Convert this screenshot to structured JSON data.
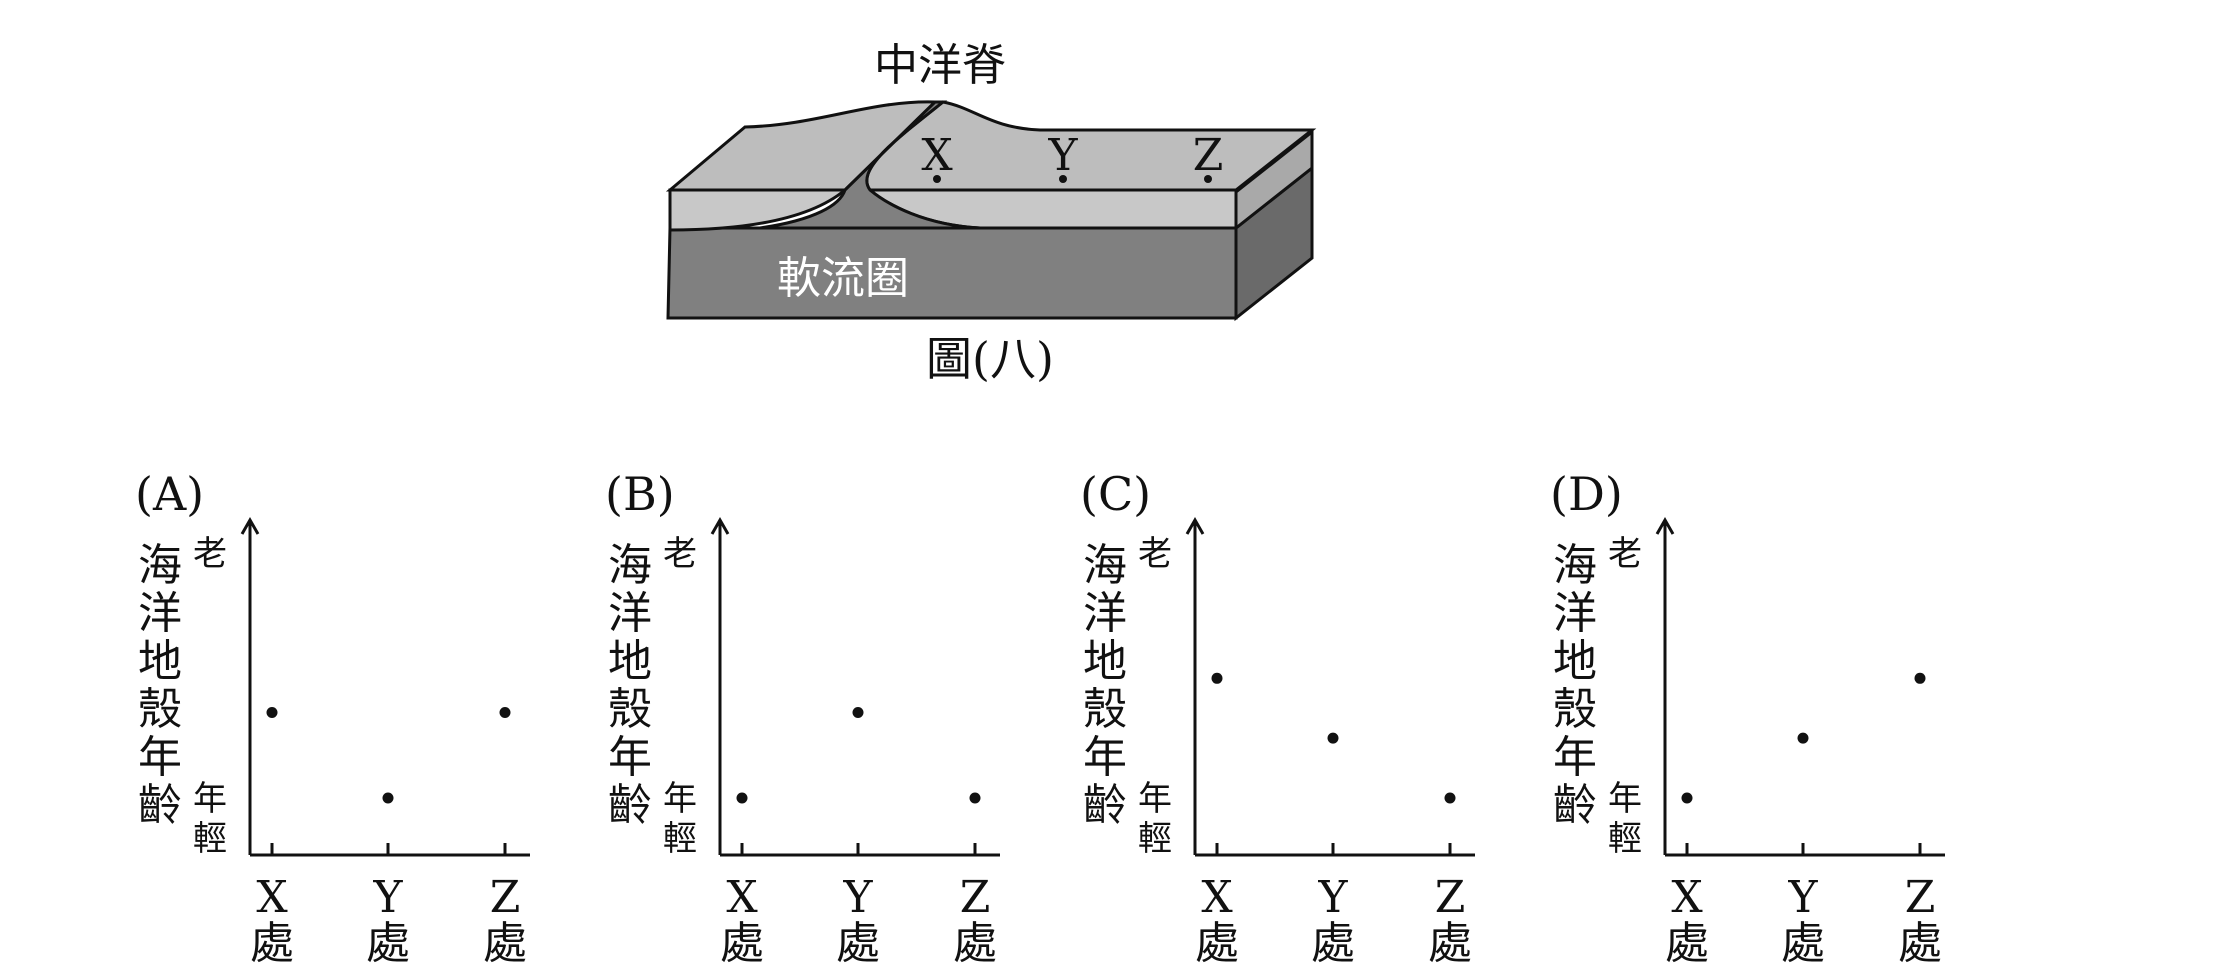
{
  "figure": {
    "ridge_label": "中洋脊",
    "asthenosphere_label": "軟流圈",
    "points": [
      "X",
      "Y",
      "Z"
    ],
    "caption": "圖(八)"
  },
  "options": [
    {
      "label": "(A)",
      "ages": [
        0.5,
        0.2,
        0.5
      ]
    },
    {
      "label": "(B)",
      "ages": [
        0.2,
        0.5,
        0.2
      ]
    },
    {
      "label": "(C)",
      "ages": [
        0.62,
        0.41,
        0.2
      ]
    },
    {
      "label": "(D)",
      "ages": [
        0.2,
        0.41,
        0.62
      ]
    }
  ],
  "axes": {
    "y_label_chars": [
      "海",
      "洋",
      "地",
      "殼",
      "年",
      "齡"
    ],
    "y_top": "老",
    "y_bottom_chars": [
      "年",
      "輕"
    ],
    "x_categories": [
      {
        "letter": "X",
        "char": "處"
      },
      {
        "letter": "Y",
        "char": "處"
      },
      {
        "letter": "Z",
        "char": "處"
      }
    ]
  },
  "chart_data": [
    {
      "type": "scatter",
      "title": "(A)",
      "ylabel": "海洋地殼年齡",
      "xlabel": "",
      "categories": [
        "X處",
        "Y處",
        "Z處"
      ],
      "values": [
        0.5,
        0.2,
        0.5
      ],
      "ylim": [
        0,
        1
      ],
      "y_ticks": [
        "年輕",
        "老"
      ]
    },
    {
      "type": "scatter",
      "title": "(B)",
      "ylabel": "海洋地殼年齡",
      "xlabel": "",
      "categories": [
        "X處",
        "Y處",
        "Z處"
      ],
      "values": [
        0.2,
        0.5,
        0.2
      ],
      "ylim": [
        0,
        1
      ],
      "y_ticks": [
        "年輕",
        "老"
      ]
    },
    {
      "type": "scatter",
      "title": "(C)",
      "ylabel": "海洋地殼年齡",
      "xlabel": "",
      "categories": [
        "X處",
        "Y處",
        "Z處"
      ],
      "values": [
        0.62,
        0.41,
        0.2
      ],
      "ylim": [
        0,
        1
      ],
      "y_ticks": [
        "年輕",
        "老"
      ]
    },
    {
      "type": "scatter",
      "title": "(D)",
      "ylabel": "海洋地殼年齡",
      "xlabel": "",
      "categories": [
        "X處",
        "Y處",
        "Z處"
      ],
      "values": [
        0.2,
        0.41,
        0.62
      ],
      "ylim": [
        0,
        1
      ],
      "y_ticks": [
        "年輕",
        "老"
      ]
    }
  ]
}
